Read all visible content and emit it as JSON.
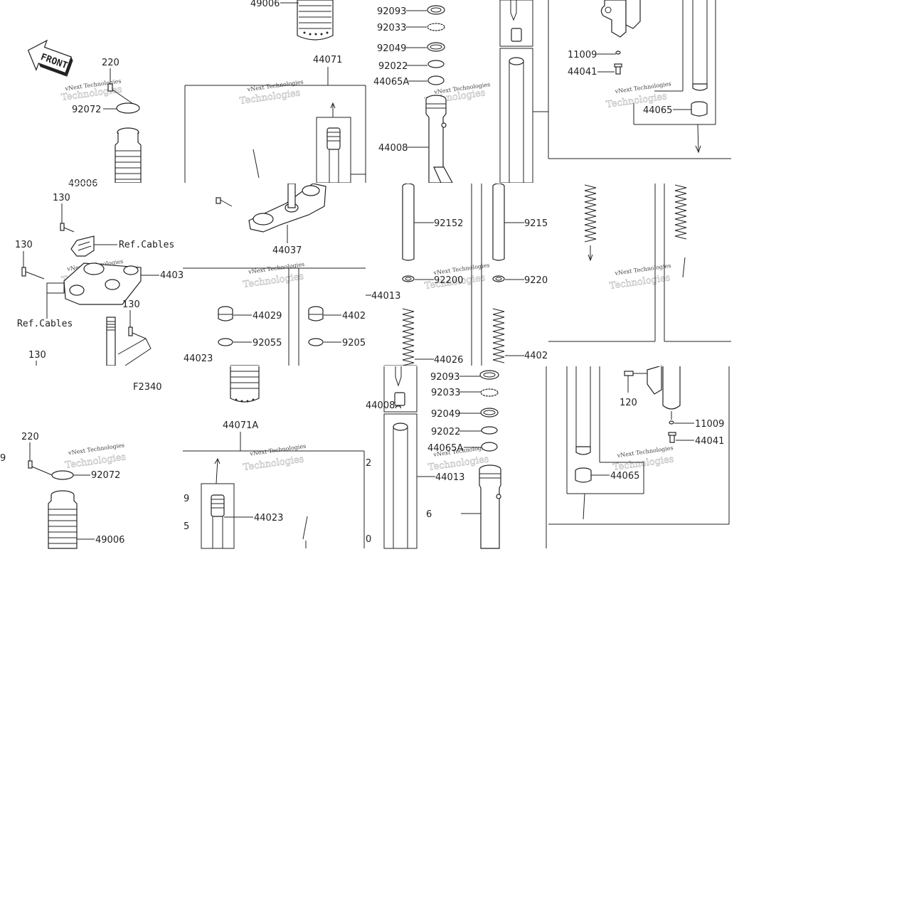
{
  "callouts": {
    "t1": [
      "49006",
      "220",
      "92072",
      "49006"
    ],
    "t2": [
      "44071"
    ],
    "t3": [
      "92093",
      "92033",
      "92049",
      "92022",
      "44065A",
      "44008"
    ],
    "t5": [
      "11009",
      "44041",
      "44065"
    ],
    "m1": [
      "130",
      "Ref.Cables",
      "130",
      "4403",
      "130",
      "Ref.Cables",
      "130"
    ],
    "m2": [
      "44037",
      "44029",
      "92055",
      "44023",
      "4402",
      "9205"
    ],
    "m3": [
      "92152",
      "92200",
      "44013",
      "44026"
    ],
    "m4": [
      "9215",
      "9220",
      "4402"
    ],
    "b1": [
      "F2340",
      "220",
      "92072",
      "49006",
      "9"
    ],
    "b2": [
      "44071A",
      "44023",
      "9",
      "5"
    ],
    "b3": [
      "92093",
      "92033",
      "92049",
      "92022",
      "44065A",
      "44013",
      "44008A",
      "2",
      "0",
      "6"
    ],
    "b5": [
      "120",
      "11009",
      "44041",
      "44065"
    ]
  },
  "front_label": "FRONT",
  "watermark": [
    "vNext Technologies",
    "Technologies"
  ]
}
